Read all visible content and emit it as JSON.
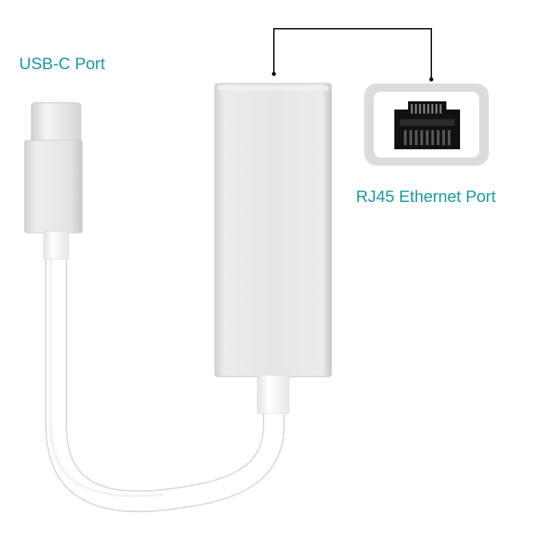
{
  "labels": {
    "usb_c_port": "USB-C Port",
    "rj45_port": "RJ45 Ethernet Port"
  },
  "colors": {
    "label_text": "#1a9aa0",
    "aluminum_light": "#ececec",
    "aluminum_mid": "#dcdcdc",
    "aluminum_dark": "#c4c4c4",
    "cable": "#ffffff",
    "cable_shadow": "#d8d8d8",
    "port_black": "#111111",
    "callout_line": "#111111"
  },
  "objects": {
    "adapter_body": "usb-c-to-rj45-ethernet-adapter",
    "connector": "usb-c-plug",
    "cable": "white-cable",
    "port_detail": "rj45-socket-closeup"
  }
}
